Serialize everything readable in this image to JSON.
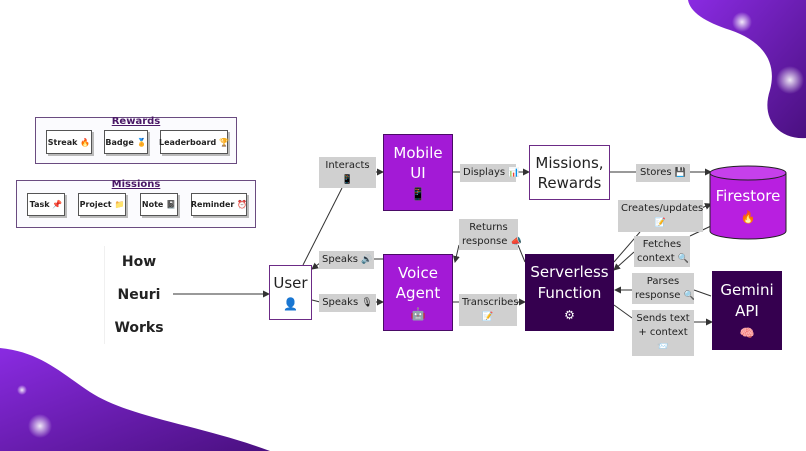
{
  "diagram": {
    "rewards_group": {
      "title": "Rewards",
      "items": [
        {
          "label": "Streak",
          "icon": "🔥"
        },
        {
          "label": "Badge",
          "icon": "🏅"
        },
        {
          "label": "Leaderboard",
          "icon": "🏆"
        }
      ]
    },
    "missions_group": {
      "title": "Missions",
      "items": [
        {
          "label": "Task",
          "icon": "📌"
        },
        {
          "label": "Project",
          "icon": "📁"
        },
        {
          "label": "Note",
          "icon": "📓"
        },
        {
          "label": "Reminder",
          "icon": "⏰"
        }
      ]
    },
    "how": [
      "How",
      "Neuri",
      "Works"
    ],
    "nodes": {
      "user": {
        "label": "User",
        "icon": "👤"
      },
      "mobile_ui": {
        "line1": "Mobile",
        "line2": "UI",
        "icon": "📱"
      },
      "missions_rewards": {
        "line1": "Missions,",
        "line2": "Rewards"
      },
      "voice_agent": {
        "line1": "Voice",
        "line2": "Agent",
        "icon": "🤖"
      },
      "serverless": {
        "line1": "Serverless",
        "line2": "Function",
        "icon": "⚙"
      },
      "firestore": {
        "label": "Firestore",
        "icon": "🔥"
      },
      "gemini": {
        "line1": "Gemini",
        "line2": "API",
        "icon": "🧠"
      }
    },
    "edges": {
      "interacts": {
        "text": "Interacts",
        "icon": "📱"
      },
      "displays": {
        "text": "Displays",
        "icon": "📊"
      },
      "stores": {
        "text": "Stores",
        "icon": "💾"
      },
      "speaks_out": {
        "text": "Speaks",
        "icon": "🔊"
      },
      "speaks_in": {
        "text": "Speaks",
        "icon": "🎙"
      },
      "transcribes": {
        "text": "Transcribes",
        "icon": "📝"
      },
      "returns_line1": "Returns",
      "returns_line2": "response",
      "returns_icon": "📣",
      "creates_updates": {
        "text": "Creates/updates",
        "icon": "📝"
      },
      "fetches_line1": "Fetches",
      "fetches_line2": "context",
      "fetches_icon": "🔍",
      "parses_line1": "Parses",
      "parses_line2": "response",
      "parses_icon": "🔍",
      "sends_line1": "Sends text",
      "sends_line2": "+ context",
      "sends_icon": "📨"
    },
    "colors": {
      "node_purple": "#a31ad6",
      "node_dark": "#35004f",
      "label_grey": "#d0d0d0",
      "blob_purple": "#6a1ba8"
    }
  }
}
